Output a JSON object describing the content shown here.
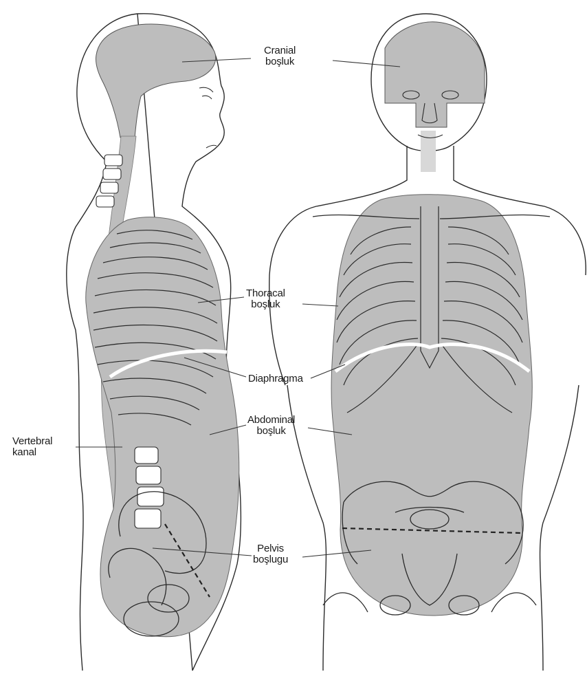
{
  "labels": {
    "cranial": {
      "line1": "Cranial",
      "line2": "boşluk"
    },
    "thoracal": {
      "line1": "Thoracal",
      "line2": "boşluk"
    },
    "diaphragm": {
      "line1": "Diaphragma"
    },
    "abdominal": {
      "line1": "Abdominal",
      "line2": "boşluk"
    },
    "vertebral": {
      "line1": "Vertebral",
      "line2": "kanal"
    },
    "pelvis": {
      "line1": "Pelvis",
      "line2": "boşlugu"
    }
  },
  "colors": {
    "cavity_fill": "#bdbdbd",
    "outline": "#2a2a2a",
    "bone": "#9a9a9a",
    "leader": "#333333"
  }
}
